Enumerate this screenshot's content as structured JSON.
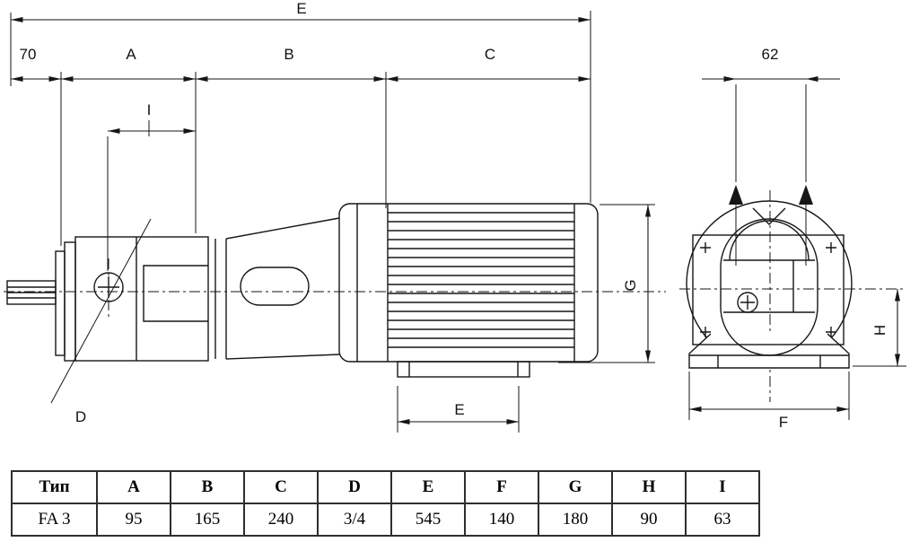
{
  "drawing": {
    "labels": {
      "e_top": "E",
      "len70": "70",
      "a": "A",
      "b": "B",
      "c": "C",
      "i": "I",
      "len62": "62",
      "g": "G",
      "h": "H",
      "f": "F",
      "e_bottom": "E",
      "d": "D"
    },
    "stroke_color": "#161616"
  },
  "table": {
    "headers": [
      "Тип",
      "A",
      "B",
      "C",
      "D",
      "E",
      "F",
      "G",
      "H",
      "I"
    ],
    "row": [
      "FA 3",
      "95",
      "165",
      "240",
      "3/4",
      "545",
      "140",
      "180",
      "90",
      "63"
    ]
  }
}
